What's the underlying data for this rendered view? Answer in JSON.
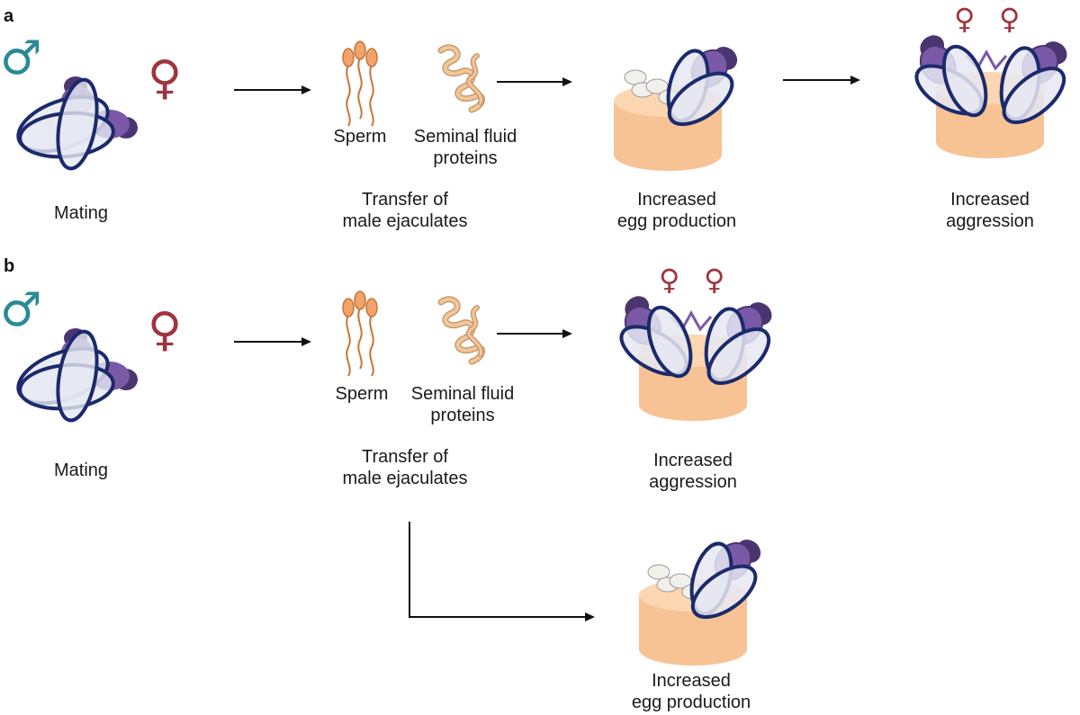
{
  "colors": {
    "male_symbol": "#2a8a96",
    "female_symbol": "#a0343e",
    "egg_text": "#2323c8",
    "aggression_text": "#c06060",
    "fly_outline": "#1b2a6b",
    "fly_body": "#7a5aa6",
    "fly_body_dark": "#4a3570",
    "wing_fill": "#e6e8f2",
    "food_fill": "#f7c394",
    "sperm_fill": "#f0a36b",
    "protein_fill": "#f2c79a",
    "arrow": "#111111"
  },
  "icons": [
    "male-symbol-icon",
    "female-symbol-icon",
    "mating-flies-icon",
    "sperm-icon",
    "protein-icon",
    "food-cup-icon",
    "egg-icon",
    "fighting-flies-icon"
  ],
  "symbols": {
    "male": "♂",
    "female": "♀"
  },
  "panel_a": {
    "label": "a",
    "mating": "Mating",
    "sperm": "Sperm",
    "sfp_line1": "Seminal fluid",
    "sfp_line2": "proteins",
    "transfer_line1": "Transfer of",
    "transfer_line2": "male ejaculates",
    "egg_line1": "Increased",
    "egg_line2": "egg production",
    "agg_line1": "Increased",
    "agg_line2": "aggression"
  },
  "panel_b": {
    "label": "b",
    "mating": "Mating",
    "sperm": "Sperm",
    "sfp_line1": "Seminal fluid",
    "sfp_line2": "proteins",
    "transfer_line1": "Transfer of",
    "transfer_line2": "male ejaculates",
    "agg_line1": "Increased",
    "agg_line2": "aggression",
    "egg_line1": "Increased",
    "egg_line2": "egg production"
  }
}
